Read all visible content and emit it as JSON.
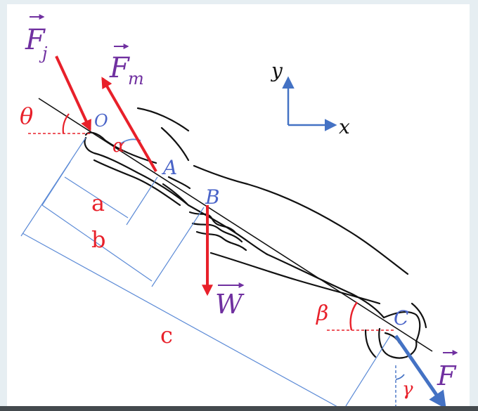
{
  "labels": {
    "force_joint": "F",
    "force_joint_sub": "j",
    "force_muscle": "F",
    "force_muscle_sub": "m",
    "weight": "W",
    "force_hand": "F",
    "point_o": "O",
    "point_a": "A",
    "point_b": "B",
    "point_c": "C",
    "angle_theta": "θ",
    "angle_alpha": "α",
    "angle_beta": "β",
    "angle_gamma": "γ",
    "dim_a": "a",
    "dim_b": "b",
    "dim_c": "c",
    "axis_x": "x",
    "axis_y": "y"
  },
  "colors": {
    "red": "#e8202a",
    "blue_dim": "#5b8ad6",
    "blue_force": "#4472c4",
    "purple": "#7030a0",
    "label_blue": "#4a64c8",
    "sketch": "#111111"
  }
}
